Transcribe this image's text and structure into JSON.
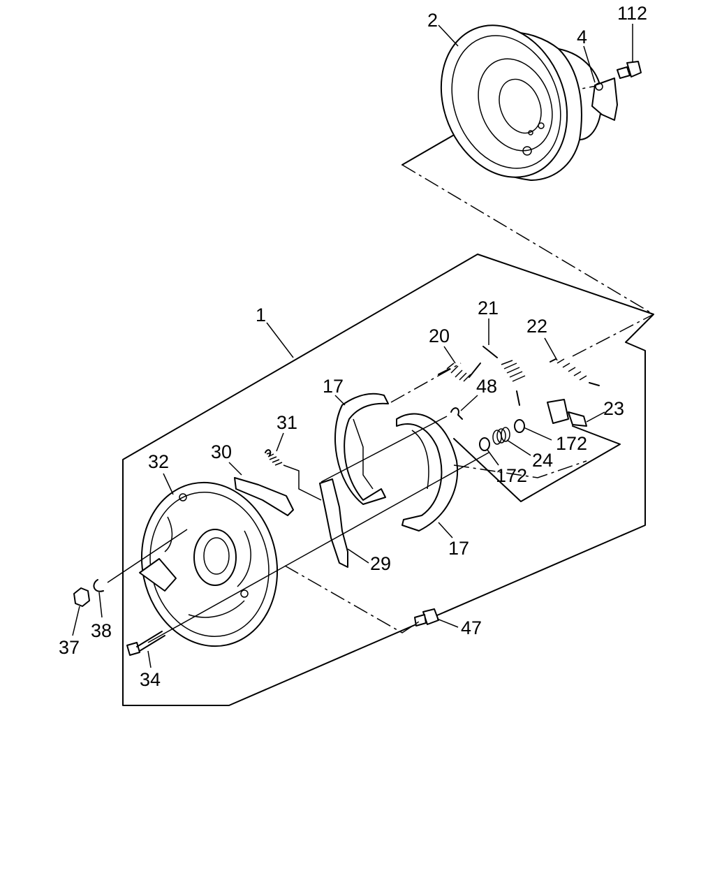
{
  "labels": {
    "p1": "1",
    "p2": "2",
    "p4": "4",
    "p112": "112",
    "p17a": "17",
    "p17b": "17",
    "p20": "20",
    "p21": "21",
    "p22": "22",
    "p23": "23",
    "p24": "24",
    "p29": "29",
    "p30": "30",
    "p31": "31",
    "p32": "32",
    "p34": "34",
    "p37": "37",
    "p38": "38",
    "p47": "47",
    "p48": "48",
    "p172a": "172",
    "p172b": "172"
  }
}
